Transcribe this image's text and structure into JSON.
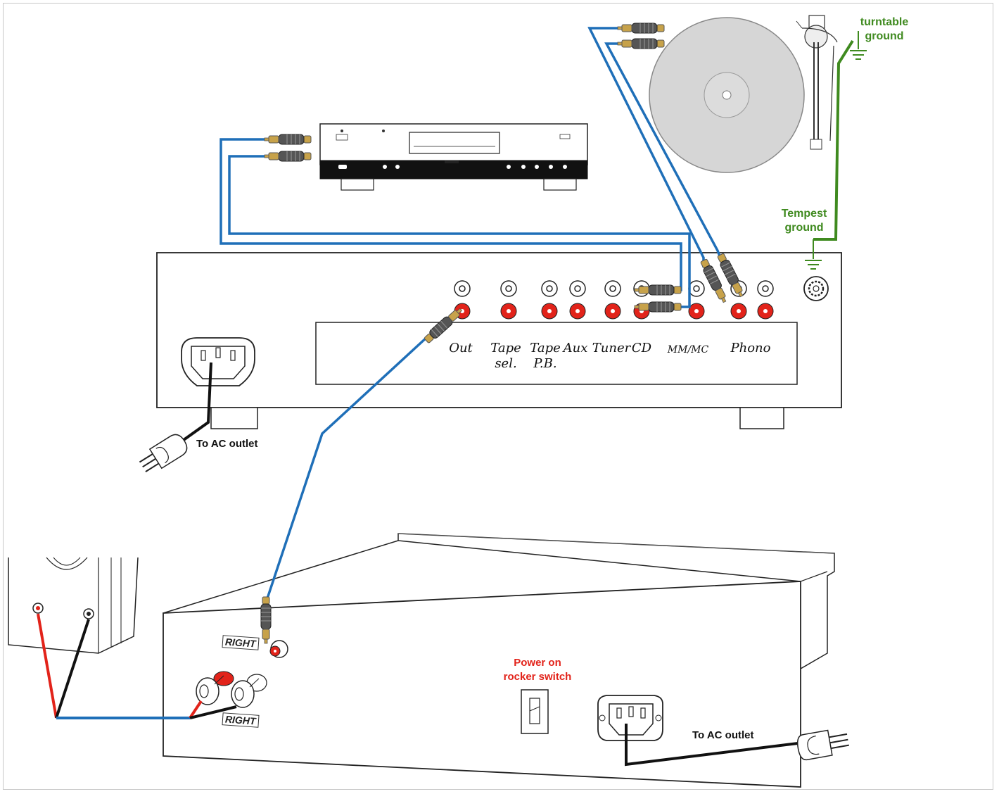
{
  "labels": {
    "turntable_ground": "turntable\nground",
    "tempest_ground": "Tempest\nground",
    "ac_outlet_preamp": "To AC outlet",
    "ac_outlet_amp": "To AC outlet",
    "power_switch": "Power on\nrocker switch",
    "right_input": "RIGHT",
    "right_speaker": "RIGHT"
  },
  "preamp_inputs": [
    {
      "label": "Out"
    },
    {
      "label": "Tape\nsel."
    },
    {
      "label": "Tape\nP.B."
    },
    {
      "label": "Aux"
    },
    {
      "label": "Tuner"
    },
    {
      "label": "CD"
    },
    {
      "label": "MM/MC"
    },
    {
      "label": "Phono"
    }
  ],
  "colors": {
    "signal_cable": "#1f6fb8",
    "ground_wire": "#3f8a1f",
    "speaker_positive": "#e2231a",
    "speaker_negative": "#111111",
    "rca_red": "#e2231a",
    "label_green": "#3f8a1f",
    "label_red": "#e2231a"
  },
  "icons": {
    "ground": "ground-icon",
    "iec_socket": "power-inlet-icon",
    "plug": "ac-plug-icon",
    "rca_plug": "rca-plug-icon"
  }
}
